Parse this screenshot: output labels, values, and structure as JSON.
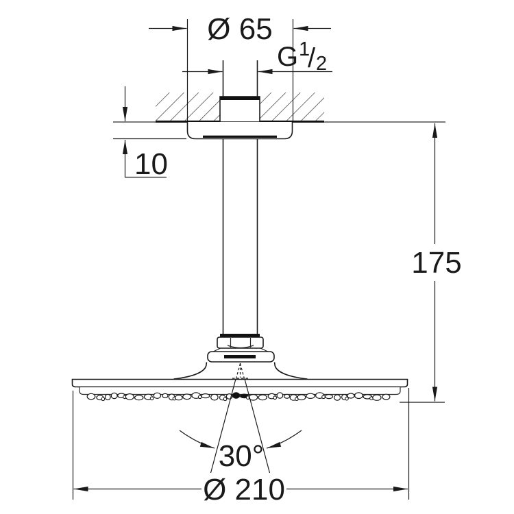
{
  "dimensions": {
    "rose_diameter": "Ø 65",
    "thread": {
      "prefix": "G",
      "numerator": "1",
      "slash": "/",
      "denominator": "2"
    },
    "rose_height": "10",
    "height_to_spray_face": "175",
    "spray_angle": "30°",
    "head_diameter": "Ø 210"
  },
  "colors": {
    "line": "#1a1a1a",
    "background": "#ffffff"
  }
}
